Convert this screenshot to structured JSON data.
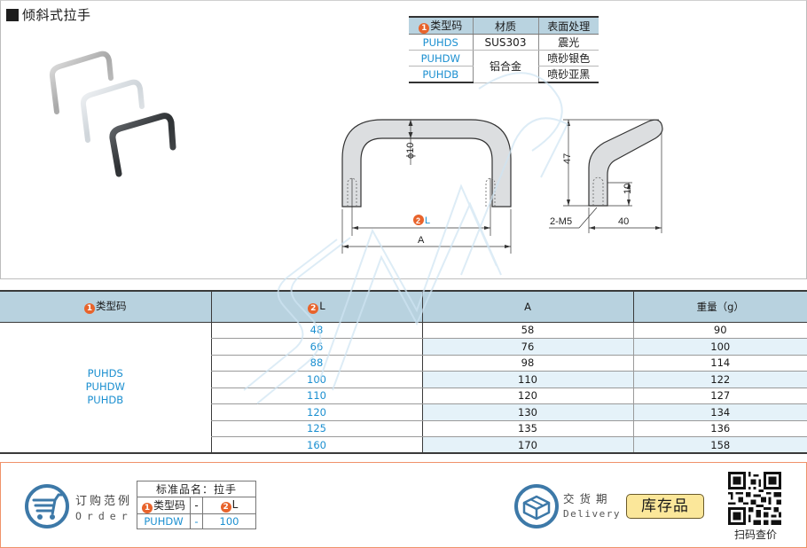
{
  "page": {
    "title": "倾斜式拉手"
  },
  "material_table": {
    "headers": {
      "badge": "1",
      "code": "类型码",
      "material": "材质",
      "surface": "表面处理"
    },
    "rows": [
      {
        "code": "PUHDS",
        "material": "SUS303",
        "surface": "震光"
      },
      {
        "code": "PUHDW",
        "material": "铝合金",
        "surface": "喷砂银色"
      },
      {
        "code": "PUHDB",
        "material": "铝合金",
        "surface": "喷砂亚黑"
      }
    ]
  },
  "drawing": {
    "front": {
      "diameter": "ϕ10",
      "dim_L_badge": "2",
      "dim_L": "L",
      "dim_A": "A"
    },
    "side": {
      "height": "47",
      "depth": "10",
      "width": "40",
      "thread": "2-M5"
    }
  },
  "spec_table": {
    "headers": {
      "code_badge": "1",
      "code": "类型码",
      "L_badge": "2",
      "L": "L",
      "A": "A",
      "weight": "重量（g）"
    },
    "codes": [
      "PUHDS",
      "PUHDW",
      "PUHDB"
    ],
    "rows": [
      {
        "L": "48",
        "A": "58",
        "weight": "90"
      },
      {
        "L": "66",
        "A": "76",
        "weight": "100"
      },
      {
        "L": "88",
        "A": "98",
        "weight": "114"
      },
      {
        "L": "100",
        "A": "110",
        "weight": "122"
      },
      {
        "L": "110",
        "A": "120",
        "weight": "127"
      },
      {
        "L": "120",
        "A": "130",
        "weight": "134"
      },
      {
        "L": "125",
        "A": "135",
        "weight": "136"
      },
      {
        "L": "160",
        "A": "170",
        "weight": "158"
      }
    ]
  },
  "order": {
    "label_cn": "订购范例",
    "label_en": "Order",
    "product_name": "标准品名：拉手",
    "col_code_badge": "1",
    "col_code": "类型码",
    "dash": "-",
    "col_L_badge": "2",
    "col_L": "L",
    "example_code": "PUHDW",
    "example_L": "100"
  },
  "delivery": {
    "label_cn": "交货期",
    "label_en": "Delivery",
    "status": "库存品"
  },
  "qr": {
    "label": "扫码查价"
  },
  "colors": {
    "accent_blue": "#1b8fd0",
    "badge_orange": "#e8632b",
    "header_blue": "#b8d2df",
    "stripe_blue": "#e5f2f9",
    "panel_border_orange": "#f0926a",
    "stock_yellow": "#fbe79a",
    "icon_blue": "#3d79a8"
  }
}
